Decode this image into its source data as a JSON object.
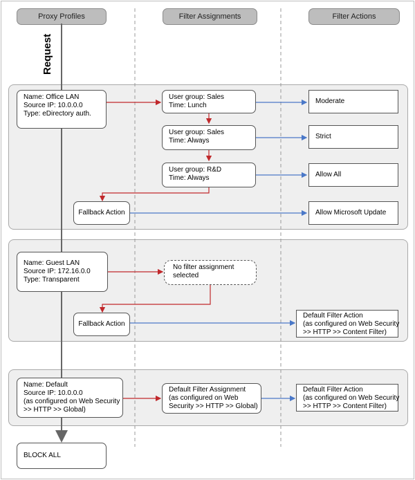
{
  "headers": {
    "proxy_profiles": "Proxy Profiles",
    "filter_assignments": "Filter Assignments",
    "filter_actions": "Filter Actions"
  },
  "request_label": "Request",
  "office_lan": {
    "profile": [
      "Name: Office LAN",
      "Source IP: 10.0.0.0",
      "Type: eDirectory auth."
    ],
    "assignments": [
      [
        "User group: Sales",
        "Time: Lunch"
      ],
      [
        "User group: Sales",
        "Time: Always"
      ],
      [
        "User group: R&D",
        "Time: Always"
      ]
    ],
    "actions": [
      "Moderate",
      "Strict",
      "Allow All",
      "Allow Microsoft Update"
    ],
    "fallback": "Fallback Action"
  },
  "guest_lan": {
    "profile": [
      "Name: Guest LAN",
      "Source IP: 172.16.0.0",
      "Type: Transparent"
    ],
    "no_assignment": [
      "No filter assignment",
      "selected"
    ],
    "fallback": "Fallback Action",
    "action": [
      "Default Filter Action",
      "(as configured on Web Security",
      ">> HTTP >> Content Filter)"
    ]
  },
  "default": {
    "profile": [
      "Name: Default",
      "Source IP: 10.0.0.0",
      "(as configured on Web Security",
      ">> HTTP >> Global)"
    ],
    "assignment": [
      "Default Filter Assignment",
      "(as configured on Web",
      "Security >> HTTP >> Global)"
    ],
    "action": [
      "Default Filter Action",
      "(as configured on Web Security",
      ">> HTTP >> Content Filter)"
    ]
  },
  "block_all": "BLOCK ALL",
  "colors": {
    "red_arrow": "#c0282b",
    "blue_arrow": "#4a78c8",
    "group_bg": "#efefef",
    "header_bg": "#bdbdbd"
  }
}
